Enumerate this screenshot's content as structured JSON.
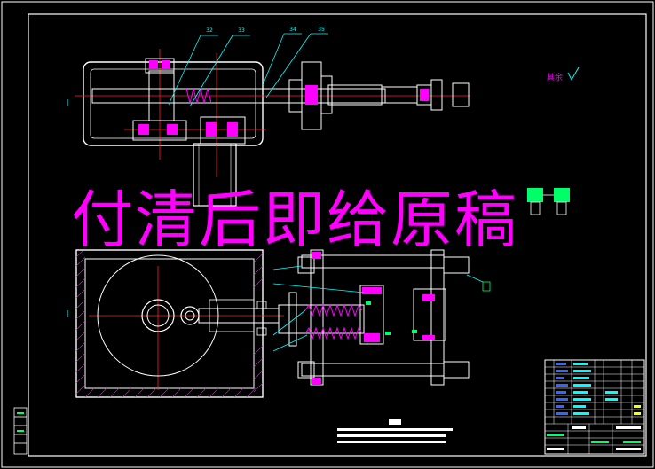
{
  "drawing": {
    "watermark_text": "付清后即给原稿",
    "surface_note": "其余",
    "part_numbers": [
      "32",
      "33",
      "34",
      "35"
    ]
  },
  "colors": {
    "background": "#000000",
    "frame": "#ffffff",
    "outline": "#ffffff",
    "center_line": "#ff2020",
    "leader": "#00ffff",
    "hatch": "#ff00ff",
    "watermark": "#ff00ff",
    "part_green": "#00ff66",
    "yellow": "#ffff00",
    "blue": "#3366ff"
  }
}
